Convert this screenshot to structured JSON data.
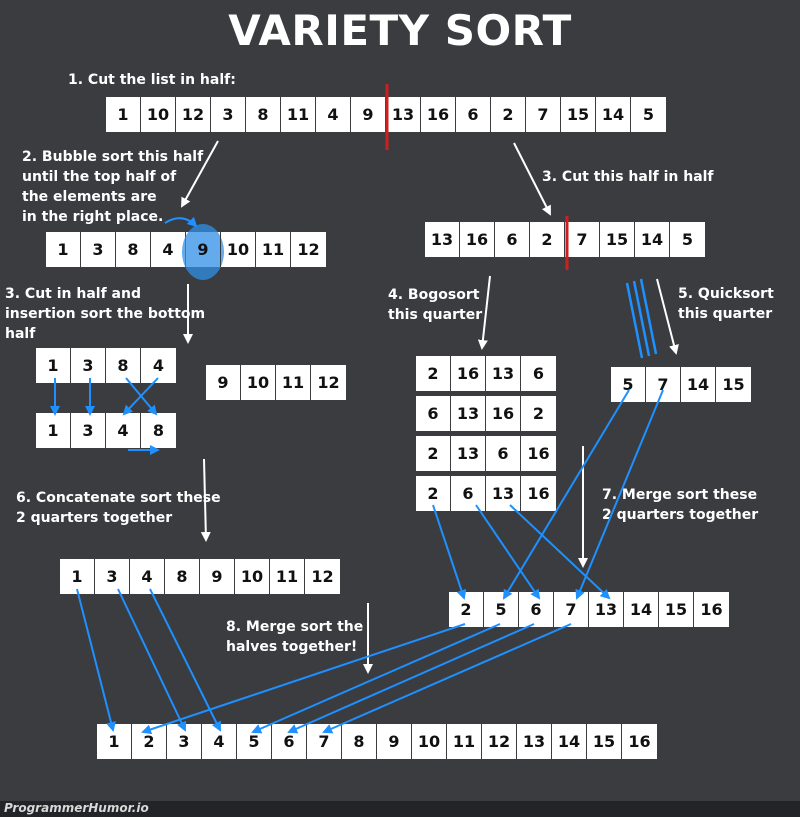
{
  "title": "VARIETY SORT",
  "steps": {
    "s1": "1. Cut the list in half:",
    "s2": [
      "2. Bubble sort this half",
      "until the top half of",
      "the elements are",
      "in the right place."
    ],
    "s3a": [
      "3. Cut in half and",
      "insertion sort the bottom",
      "half"
    ],
    "s3b": "3. Cut this half in half",
    "s4": [
      "4. Bogosort",
      "this quarter"
    ],
    "s5": [
      "5. Quicksort",
      "this quarter"
    ],
    "s6": [
      "6. Concatenate sort these",
      "2 quarters together"
    ],
    "s7": [
      "7. Merge sort these",
      "2 quarters together"
    ],
    "s8": [
      "8. Merge sort the",
      "halves together!"
    ]
  },
  "lists": {
    "original": [
      "1",
      "10",
      "12",
      "3",
      "8",
      "11",
      "4",
      "9",
      "13",
      "16",
      "6",
      "2",
      "7",
      "15",
      "14",
      "5"
    ],
    "bubble": [
      "1",
      "3",
      "8",
      "4",
      "9",
      "10",
      "11",
      "12"
    ],
    "right_half": [
      "13",
      "16",
      "6",
      "2",
      "7",
      "15",
      "14",
      "5"
    ],
    "insertion_before": [
      "1",
      "3",
      "8",
      "4"
    ],
    "top_quarter": [
      "9",
      "10",
      "11",
      "12"
    ],
    "insertion_after": [
      "1",
      "3",
      "4",
      "8"
    ],
    "bogo_1": [
      "2",
      "16",
      "13",
      "6"
    ],
    "bogo_2": [
      "6",
      "13",
      "16",
      "2"
    ],
    "bogo_3": [
      "2",
      "13",
      "6",
      "16"
    ],
    "bogo_4": [
      "2",
      "6",
      "13",
      "16"
    ],
    "quick": [
      "5",
      "7",
      "14",
      "15"
    ],
    "concat": [
      "1",
      "3",
      "4",
      "8",
      "9",
      "10",
      "11",
      "12"
    ],
    "merge_right": [
      "2",
      "5",
      "6",
      "7",
      "13",
      "14",
      "15",
      "16"
    ],
    "final": [
      "1",
      "2",
      "3",
      "4",
      "5",
      "6",
      "7",
      "8",
      "9",
      "10",
      "11",
      "12",
      "13",
      "14",
      "15",
      "16"
    ]
  },
  "colors": {
    "background": "#3a3c40",
    "arrow_white": "#ffffff",
    "arrow_blue": "#1e90ff",
    "cut_line": "#cc1f1f",
    "highlight": "#2f8fe6"
  },
  "footer": "ProgrammerHumor.io"
}
